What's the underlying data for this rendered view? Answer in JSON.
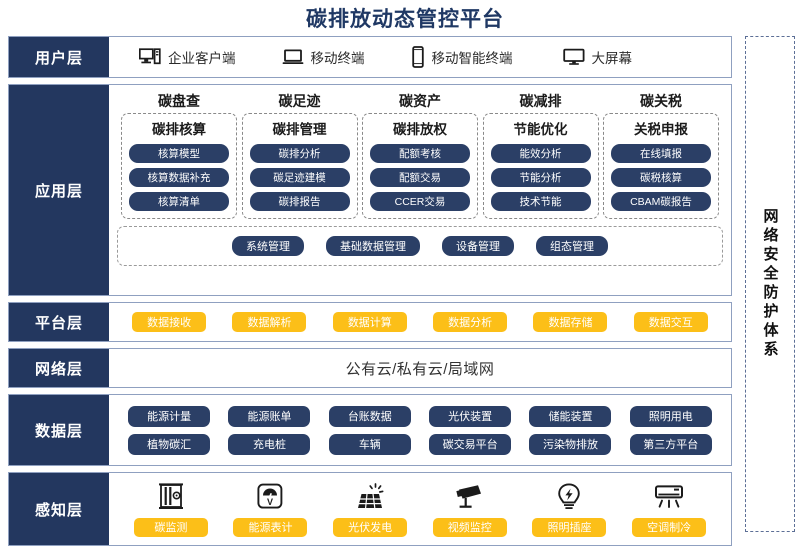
{
  "title": "碳排放动态管控平台",
  "colors": {
    "navy": "#23375f",
    "pill_navy": "#2b3f66",
    "amber": "#fcbf18",
    "title_blue": "#1f3864",
    "border": "#8fa0c0"
  },
  "security_band": {
    "label": "网络安全防护体系"
  },
  "layers": {
    "user": {
      "label": "用户层",
      "items": [
        {
          "icon": "desktop-tower-icon",
          "label": "企业客户端"
        },
        {
          "icon": "laptop-icon",
          "label": "移动终端"
        },
        {
          "icon": "smartphone-icon",
          "label": "移动智能终端"
        },
        {
          "icon": "large-screen-icon",
          "label": "大屏幕"
        }
      ]
    },
    "application": {
      "label": "应用层",
      "groups": [
        {
          "title": "碳盘查",
          "subtitle": "碳排核算",
          "items": [
            "核算模型",
            "核算数据补充",
            "核算清单"
          ]
        },
        {
          "title": "碳足迹",
          "subtitle": "碳排管理",
          "items": [
            "碳排分析",
            "碳足迹建模",
            "碳排报告"
          ]
        },
        {
          "title": "碳资产",
          "subtitle": "碳排放权",
          "items": [
            "配额考核",
            "配额交易",
            "CCER交易"
          ]
        },
        {
          "title": "碳减排",
          "subtitle": "节能优化",
          "items": [
            "能效分析",
            "节能分析",
            "技术节能"
          ]
        },
        {
          "title": "碳关税",
          "subtitle": "关税申报",
          "items": [
            "在线填报",
            "碳税核算",
            "CBAM碳报告"
          ]
        }
      ],
      "management": [
        "系统管理",
        "基础数据管理",
        "设备管理",
        "组态管理"
      ]
    },
    "platform": {
      "label": "平台层",
      "items": [
        "数据接收",
        "数据解析",
        "数据计算",
        "数据分析",
        "数据存储",
        "数据交互"
      ]
    },
    "network": {
      "label": "网络层",
      "text": "公有云/私有云/局域网"
    },
    "data": {
      "label": "数据层",
      "row1": [
        "能源计量",
        "能源账单",
        "台账数据",
        "光伏装置",
        "储能装置",
        "照明用电"
      ],
      "row2": [
        "植物碳汇",
        "充电桩",
        "车辆",
        "碳交易平台",
        "污染物排放",
        "第三方平台"
      ]
    },
    "perception": {
      "label": "感知层",
      "items": [
        {
          "icon": "gas-analyzer-icon",
          "label": "碳监测"
        },
        {
          "icon": "energy-meter-icon",
          "label": "能源表计"
        },
        {
          "icon": "solar-panel-icon",
          "label": "光伏发电"
        },
        {
          "icon": "cctv-camera-icon",
          "label": "视频监控"
        },
        {
          "icon": "lightbulb-socket-icon",
          "label": "照明插座"
        },
        {
          "icon": "air-conditioner-icon",
          "label": "空调制冷"
        }
      ]
    }
  }
}
